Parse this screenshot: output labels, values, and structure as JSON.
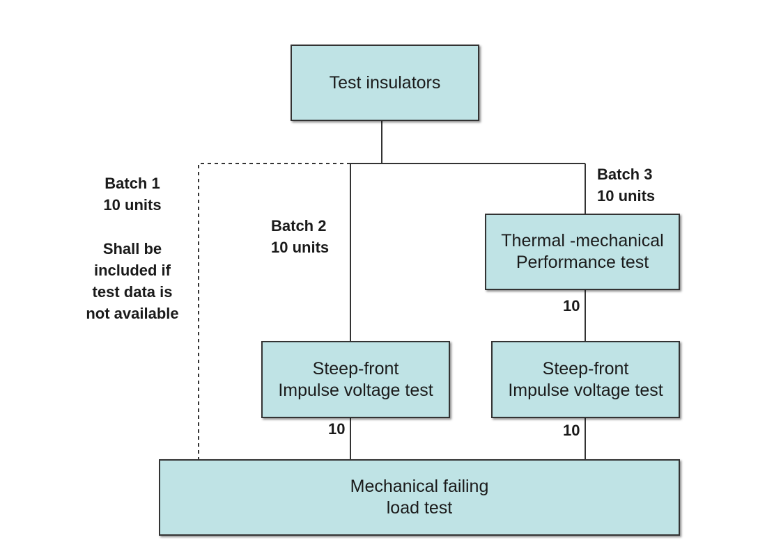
{
  "boxes": {
    "test_insulators": [
      "Test insulators"
    ],
    "thermal_mechanical": [
      "Thermal -mechanical",
      "Performance test"
    ],
    "steep_front_left": [
      "Steep-front",
      "Impulse voltage test"
    ],
    "steep_front_right": [
      "Steep-front",
      "Impulse voltage test"
    ],
    "mechanical_failing": [
      "Mechanical failing",
      "load test"
    ]
  },
  "labels": {
    "batch1": [
      "Batch 1",
      "10 units"
    ],
    "batch1_note": [
      "Shall be",
      "included if",
      "test data is",
      "not available"
    ],
    "batch2": [
      "Batch 2",
      "10 units"
    ],
    "batch3": [
      "Batch 3",
      "10 units"
    ],
    "count_thermal": "10",
    "count_left": "10",
    "count_right": "10"
  },
  "colors": {
    "box_fill": "#bfe3e5",
    "box_border": "#333333",
    "line": "#333333"
  }
}
